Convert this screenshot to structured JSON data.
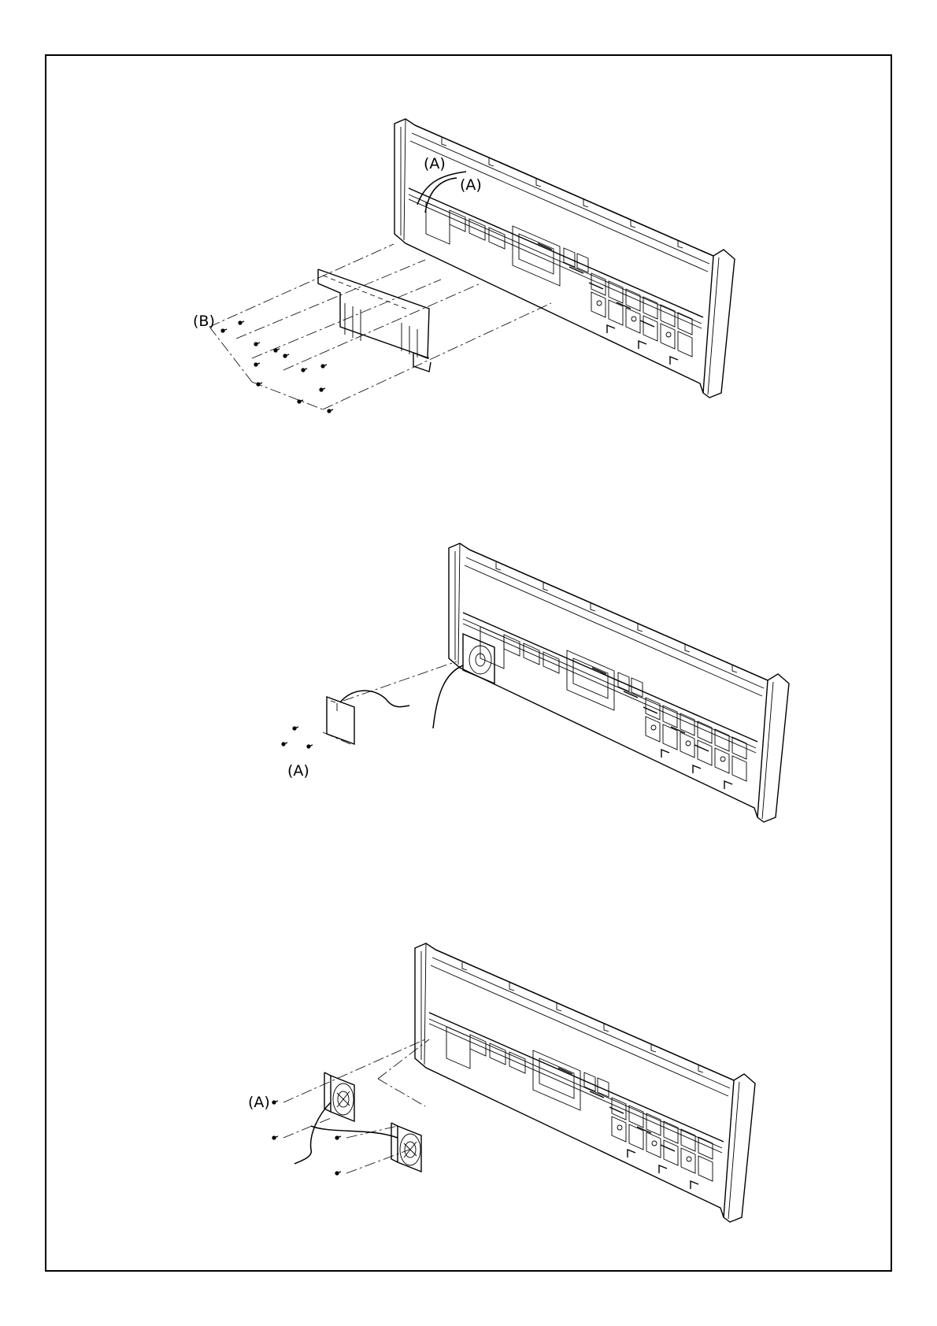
{
  "diagram": {
    "steps": [
      {
        "callouts": [
          {
            "id": "a1",
            "text": "(A)"
          },
          {
            "id": "a2",
            "text": "(A)"
          },
          {
            "id": "b1",
            "text": "(B)"
          }
        ]
      },
      {
        "callouts": [
          {
            "id": "a3",
            "text": "(A)"
          }
        ]
      },
      {
        "callouts": [
          {
            "id": "a4",
            "text": "(A)"
          }
        ]
      }
    ]
  }
}
